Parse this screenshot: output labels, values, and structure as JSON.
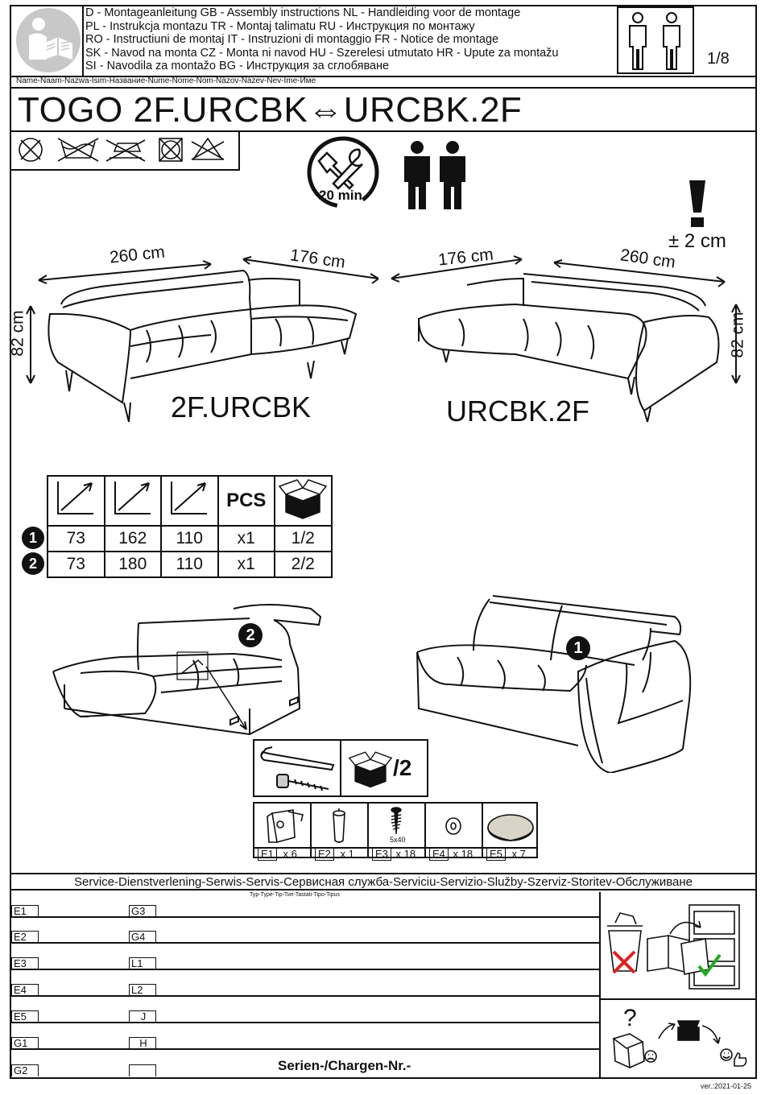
{
  "header": {
    "lines": [
      "D - Montageanleitung GB - Assembly instructions NL - Handleiding voor de montage",
      "PL - Instrukcja montazu TR - Montaj talimatu RU - Инструкция по монтажу",
      "RO - Instructiuni de montaj IT - Instruzioni di montaggio FR - Notice de montage",
      "SK - Navod na monta CZ - Monta ni navod HU - Szerelesi utmutato HR - Upute za montažu",
      "SI - Navodila za montažo BG - Инструкция за сглобяване"
    ],
    "page": "1/8",
    "names_line": "Name-Naam-Nazwa-Isim-Название-Nume-Nome-Nom-Názov-Název-Nev-Ime-Име",
    "title": "TOGO 2F.URCBK⇔URCBK.2F"
  },
  "assembly": {
    "time": "20 min",
    "tolerance": "± 2 cm"
  },
  "dimensions": {
    "left_width": "260 cm",
    "left_depth": "176 cm",
    "right_depth": "176 cm",
    "right_width": "260 cm",
    "height_left": "82 cm",
    "height_right": "82 cm",
    "model_left": "2F.URCBK",
    "model_right": "URCBK.2F"
  },
  "parts_table": {
    "pcs_header": "PCS",
    "rows": [
      {
        "num": "1",
        "a": "73",
        "b": "162",
        "c": "110",
        "pcs": "x1",
        "pkg": "1/2"
      },
      {
        "num": "2",
        "a": "73",
        "b": "180",
        "c": "110",
        "pcs": "x1",
        "pkg": "2/2"
      }
    ]
  },
  "modules": {
    "left_label": "2",
    "right_label": "1",
    "package": "/2"
  },
  "fittings": [
    {
      "code": "E1",
      "qty": "x 6"
    },
    {
      "code": "E2",
      "qty": "x 1"
    },
    {
      "code": "E3",
      "qty": "x 18",
      "note": "5x40"
    },
    {
      "code": "E4",
      "qty": "x 18"
    },
    {
      "code": "E5",
      "qty": "x 7"
    }
  ],
  "service": {
    "title": "Service-Dienstverlening-Serwis-Servis-Сервисная служба-Serviciu-Servizio-Služby-Szerviz-Storitev-Обслуживане",
    "type_line": "Typ-Type-Tip-Тип-Tastati-Tipo-Tipus",
    "left_col": [
      "E1",
      "E2",
      "E3",
      "E4",
      "E5",
      "G1",
      "G2"
    ],
    "mid_col": [
      "G3",
      "G4",
      "L1",
      "L2",
      "J",
      "H",
      ""
    ],
    "serien": "Serien-/Chargen-Nr.-",
    "version": "ver.:2021-01-25"
  }
}
